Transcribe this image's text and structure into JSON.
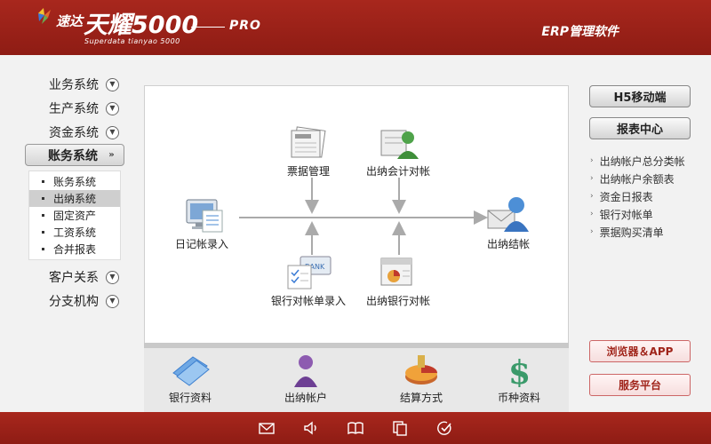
{
  "header": {
    "brand_cn": "速达",
    "product": "天耀5000",
    "edition": "PRO",
    "subtitle": "Superdata tianyao 5000",
    "right_title": "ERP管理软件"
  },
  "nav": {
    "items": [
      {
        "label": "业务系统"
      },
      {
        "label": "生产系统"
      },
      {
        "label": "资金系统"
      },
      {
        "label": "账务系统",
        "active": true
      },
      {
        "label": "客户关系"
      },
      {
        "label": "分支机构"
      }
    ],
    "sub_items": [
      {
        "label": "账务系统"
      },
      {
        "label": "出纳系统",
        "selected": true
      },
      {
        "label": "固定资产"
      },
      {
        "label": "工资系统"
      },
      {
        "label": "合并报表"
      }
    ]
  },
  "flow": {
    "journal_entry": "日记帐录入",
    "bill_management": "票据管理",
    "cashier_accounting_check": "出纳会计对帐",
    "cashier_closing": "出纳结帐",
    "bank_statement_entry": "银行对帐单录入",
    "cashier_bank_check": "出纳银行对帐"
  },
  "bottom": {
    "bank_info": "银行资料",
    "cashier_account": "出纳帐户",
    "settlement_method": "结算方式",
    "currency_info": "币种资料"
  },
  "right": {
    "h5_button": "H5移动端",
    "report_center": "报表中心",
    "reports": [
      "出纳帐户总分类帐",
      "出纳帐户余额表",
      "资金日报表",
      "银行对帐单",
      "票据购买清单"
    ],
    "browser_app": "浏览器＆APP",
    "service_platform": "服务平台"
  },
  "colors": {
    "brand_red": "#9b2118",
    "accent_blue": "#3d7fcf"
  }
}
